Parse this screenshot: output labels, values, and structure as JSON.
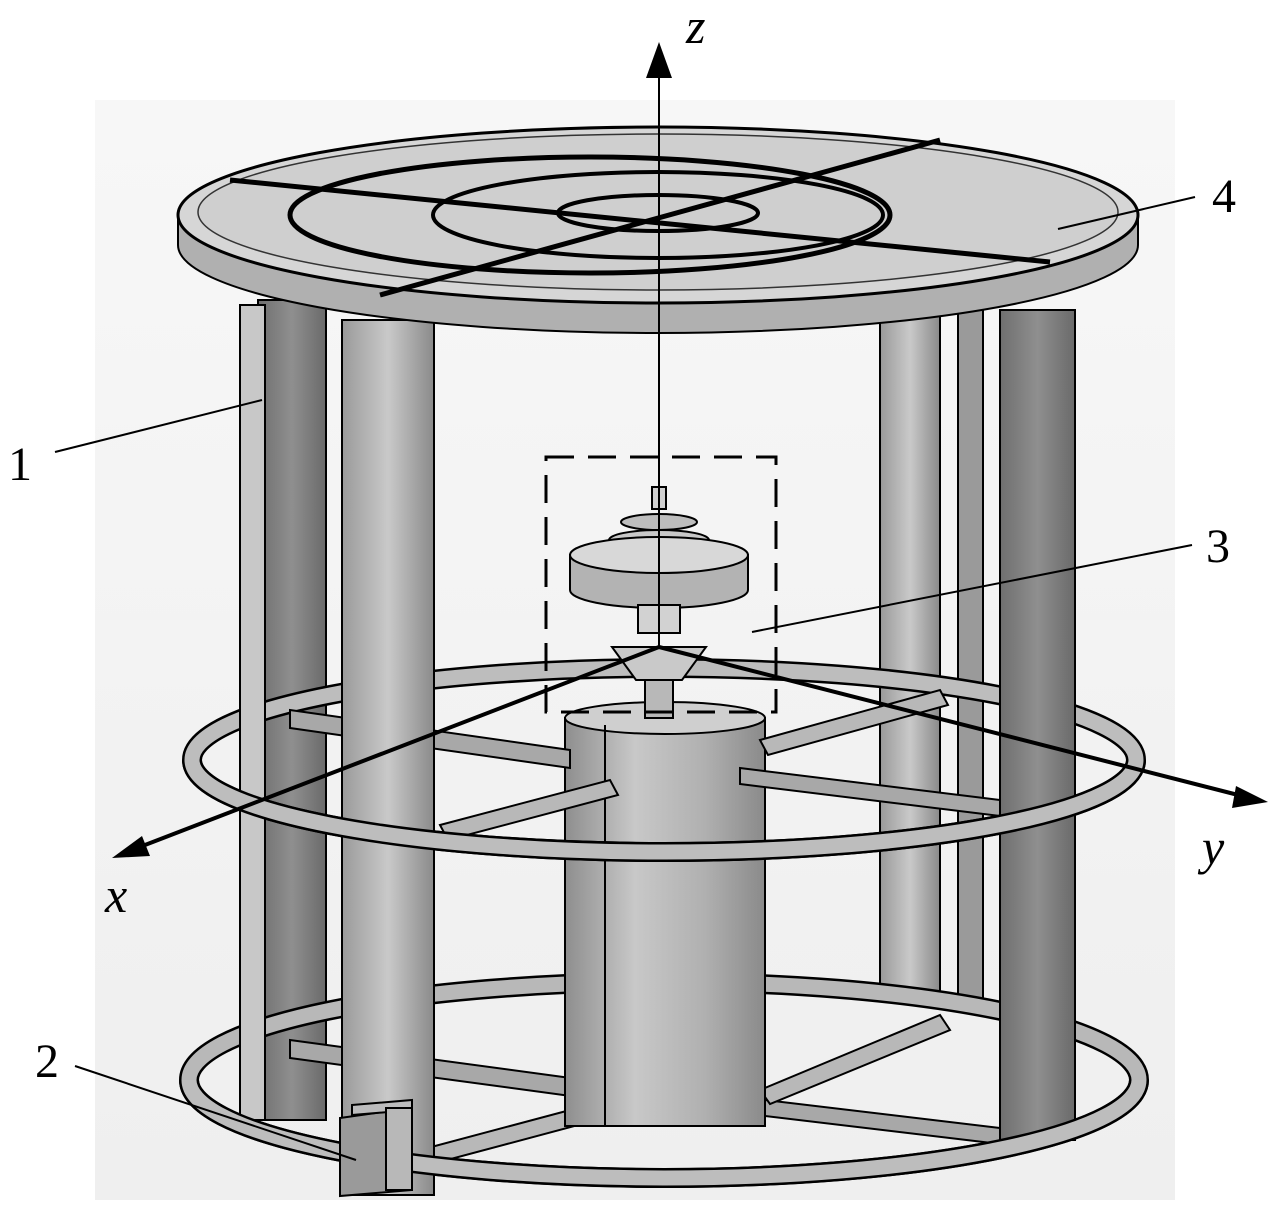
{
  "axes": {
    "z": "z",
    "x": "x",
    "y": "y"
  },
  "callouts": [
    {
      "id": "1",
      "label": "1"
    },
    {
      "id": "2",
      "label": "2"
    },
    {
      "id": "3",
      "label": "3"
    },
    {
      "id": "4",
      "label": "4"
    }
  ],
  "colors": {
    "frame_dark": "#7f7f7f",
    "frame_mid": "#a9a9a9",
    "frame_light": "#cfcfcf",
    "plate_fill": "#c8c8c8",
    "outline": "#000000"
  }
}
